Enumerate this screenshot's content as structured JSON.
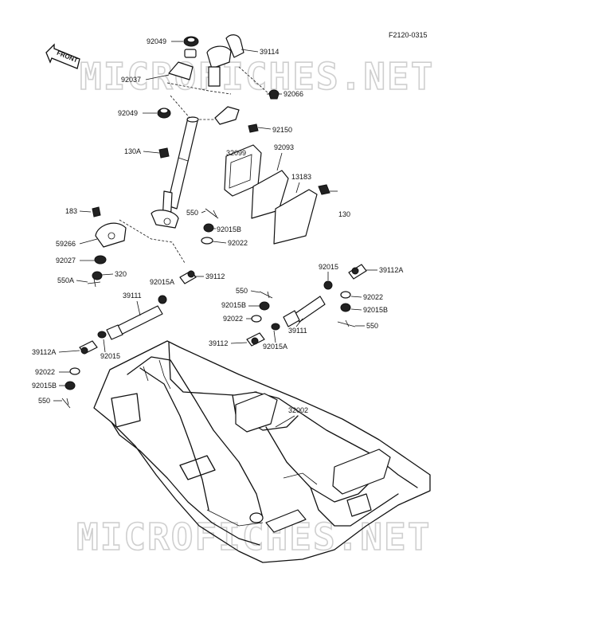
{
  "figure_code": "F2120-0315",
  "front_label": "FRONT",
  "watermark": "MICROFICHES.NET",
  "callouts": {
    "c92049a": "92049",
    "c39114": "39114",
    "c92037": "92037",
    "c92066": "92066",
    "c92049b": "92049",
    "c92150": "92150",
    "c130A": "130A",
    "c32099": "32099",
    "c92093": "92093",
    "c13183": "13183",
    "c183": "183",
    "c550a": "550",
    "c130": "130",
    "c92015Ba": "92015B",
    "c59266": "59266",
    "c92022a": "92022",
    "c92027": "92027",
    "c320": "320",
    "c550A": "550A",
    "c92015Aa": "92015A",
    "c39112a": "39112",
    "c92015a": "92015",
    "c39112Aa": "39112A",
    "c550b": "550",
    "c92022b": "92022",
    "c39111a": "39111",
    "c92015Bb": "92015B",
    "c92015Bc": "92015B",
    "c92022c": "92022",
    "c39111b": "39111",
    "c550c": "550",
    "c39112Ab": "39112A",
    "c92015b": "92015",
    "c39112b": "39112",
    "c92015Ab": "92015A",
    "c92022d": "92022",
    "c92015Bd": "92015B",
    "c550d": "550",
    "c32002": "32002"
  }
}
